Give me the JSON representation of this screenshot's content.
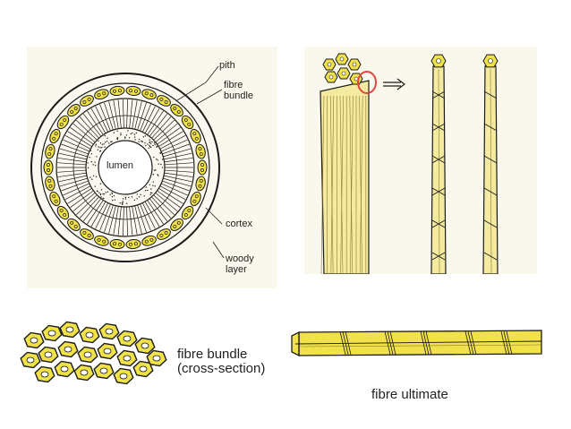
{
  "cross_section": {
    "labels": {
      "pith": "pith",
      "fibre_bundle": "fibre\nbundle",
      "lumen": "lumen",
      "cortex": "cortex",
      "woody_layer": "woody\nlayer"
    }
  },
  "bundle_cross_section": {
    "label": "fibre bundle\n(cross-section)"
  },
  "fibre_ultimate": {
    "label": "fibre ultimate"
  },
  "colors": {
    "fibre_yellow": "#f2e24a",
    "pale_yellow": "#f5eba0",
    "outline": "#1b1b1b",
    "paper": "#faf7ea",
    "highlight_ring": "#e0453f"
  }
}
